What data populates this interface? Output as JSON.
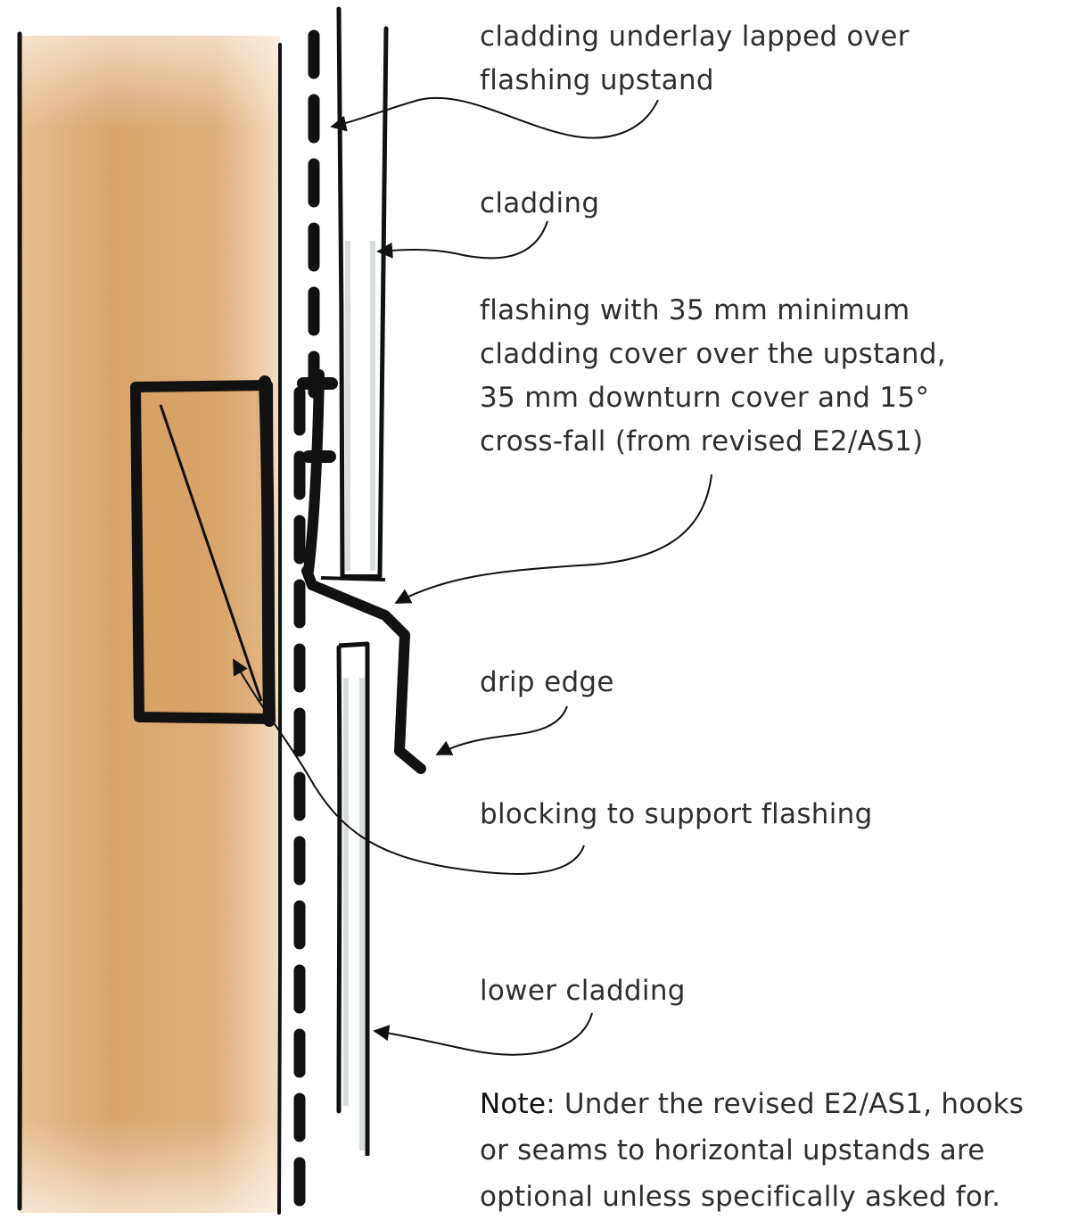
{
  "labels": {
    "underlay": [
      "cladding underlay lapped over",
      "flashing upstand"
    ],
    "cladding": "cladding",
    "flashing": [
      "flashing with 35 mm minimum",
      "cladding cover over the upstand,",
      "35 mm downturn cover and 15°",
      "cross-fall (from revised E2/AS1)"
    ],
    "drip_edge": "drip edge",
    "blocking": "blocking to support flashing",
    "lower_cladding": "lower cladding"
  },
  "note": {
    "heading": "Note",
    "line1": ": Under the revised E2/AS1, hooks",
    "line2": "or seams to horizontal upstands are",
    "line3": "optional unless specifically asked for."
  },
  "colors": {
    "framing": "#d8a56e",
    "ink": "#111111",
    "text": "#2f2f2f"
  }
}
